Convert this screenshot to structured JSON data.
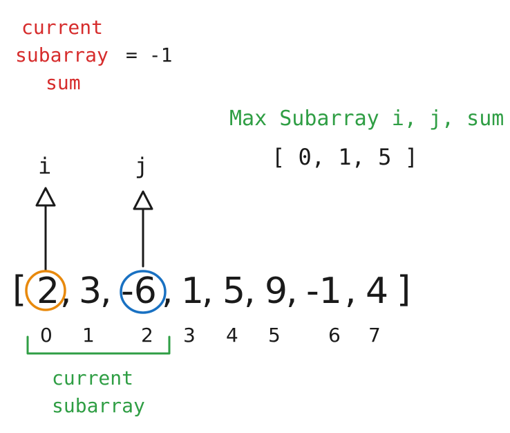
{
  "current_sum": {
    "line1": "current",
    "line2": "subarray",
    "line3": "sum",
    "equals": "= -1"
  },
  "max_subarray": {
    "title": "Max Subarray i, j, sum",
    "value": "[ 0, 1, 5 ]"
  },
  "pointers": {
    "i": "i",
    "j": "j"
  },
  "array": {
    "open_bracket": "[",
    "close_bracket": "]",
    "elements": [
      "2",
      "3",
      "-6",
      "1",
      "5",
      "9",
      "-1",
      "4"
    ],
    "separator": ",",
    "indices": [
      "0",
      "1",
      "2",
      "3",
      "4",
      "5",
      "6",
      "7"
    ]
  },
  "bracket_label": {
    "line1": "current",
    "line2": "subarray"
  },
  "colors": {
    "red": "#d62c2c",
    "green": "#2f9e44",
    "orange": "#e8890c",
    "blue": "#1971c2",
    "black": "#1a1a1a"
  },
  "highlights": {
    "i_circle_index": 0,
    "j_circle_index": 2,
    "bracket_from_index": 0,
    "bracket_to_index": 2
  }
}
